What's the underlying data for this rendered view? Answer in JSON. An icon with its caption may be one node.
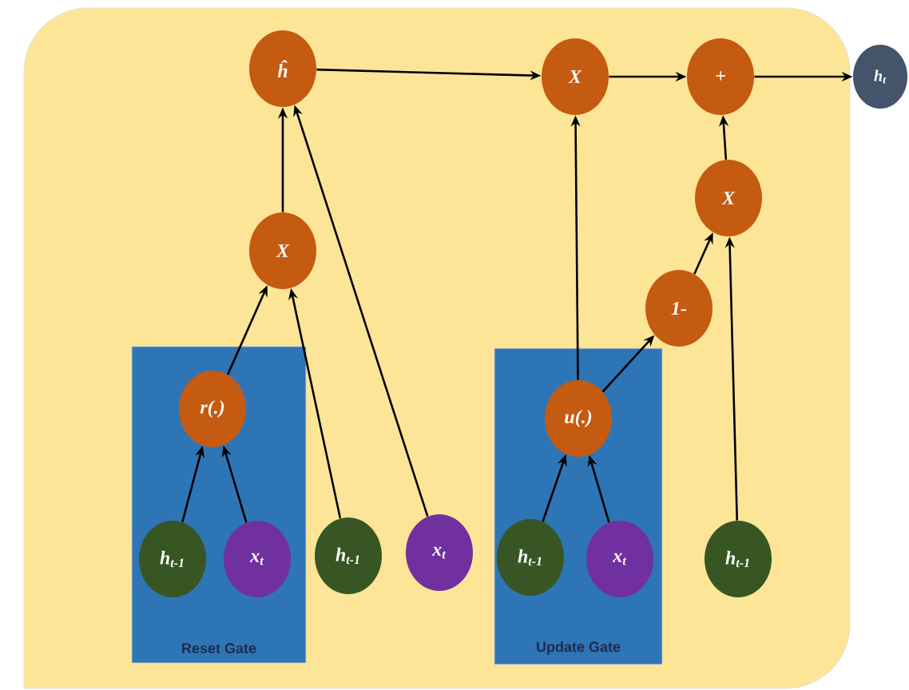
{
  "diagram": {
    "nodes": [
      {
        "text": [
          "ĥ"
        ]
      },
      {
        "text": [
          "X"
        ]
      },
      {
        "text": [
          "+"
        ]
      },
      {
        "text": [
          "h$_{t}$"
        ]
      },
      {
        "text": [
          "X"
        ]
      },
      {
        "text": [
          "X"
        ]
      },
      {
        "text": [
          "1-"
        ]
      },
      {
        "text": [
          "Reset Gate"
        ]
      },
      {
        "text": [
          "r(.)"
        ],
        "in": 7
      },
      {
        "text": [
          "Update Gate"
        ]
      },
      {
        "text": [
          "u(.)"
        ],
        "in": 9
      },
      {
        "text": [
          "h$_{t-1}$"
        ],
        "in": 7
      },
      {
        "text": [
          "x$_{t}$"
        ],
        "in": 7
      },
      {
        "text": [
          "h$_{t-1}$"
        ]
      },
      {
        "text": [
          "x$_{t}$"
        ]
      },
      {
        "text": [
          "h$_{t-1}$"
        ],
        "in": 9
      },
      {
        "text": [
          "x$_{t}$"
        ],
        "in": 9
      },
      {
        "text": [
          "h$_{t-1}$"
        ]
      }
    ],
    "edges": [
      {
        "from": 0,
        "to": 1,
        "arrow": "to"
      },
      {
        "from": 1,
        "to": 2,
        "arrow": "to"
      },
      {
        "from": 2,
        "to": 3,
        "arrow": "to"
      },
      {
        "from": 4,
        "to": 2,
        "arrow": "to"
      },
      {
        "from": 5,
        "to": 0,
        "arrow": "to"
      },
      {
        "from": 14,
        "to": 0,
        "arrow": "to"
      },
      {
        "from": 8,
        "to": 5,
        "arrow": "to"
      },
      {
        "from": 13,
        "to": 5,
        "arrow": "to"
      },
      {
        "from": 10,
        "to": 1,
        "arrow": "to"
      },
      {
        "from": 10,
        "to": 6,
        "arrow": "to"
      },
      {
        "from": 6,
        "to": 4,
        "arrow": "to"
      },
      {
        "from": 17,
        "to": 4,
        "arrow": "to"
      },
      {
        "from": 11,
        "to": 8,
        "arrow": "to"
      },
      {
        "from": 12,
        "to": 8,
        "arrow": "to"
      },
      {
        "from": 15,
        "to": 10,
        "arrow": "to"
      },
      {
        "from": 16,
        "to": 10,
        "arrow": "to"
      }
    ]
  }
}
